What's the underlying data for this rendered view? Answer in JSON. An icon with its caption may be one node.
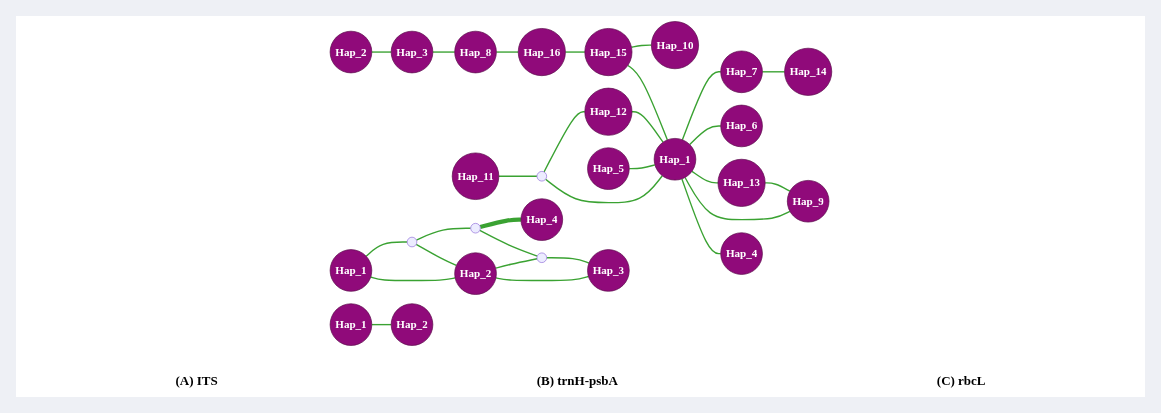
{
  "diagram": {
    "nodes": [
      {
        "text": [
          "Hap_2"
        ]
      },
      {
        "text": [
          "Hap_3"
        ]
      },
      {
        "text": [
          "Hap_8"
        ]
      },
      {
        "text": [
          "Hap_16"
        ]
      },
      {
        "text": [
          "Hap_15"
        ]
      },
      {
        "text": [
          "Hap_10"
        ]
      },
      {
        "text": [
          "Hap_11"
        ]
      },
      {
        "text": [],
        "shape": "circle"
      },
      {
        "text": [
          "Hap_12"
        ]
      },
      {
        "text": [
          "Hap_5"
        ]
      },
      {
        "text": [
          "Hap_1"
        ]
      },
      {
        "text": [
          "Hap_7"
        ]
      },
      {
        "text": [
          "Hap_14"
        ]
      },
      {
        "text": [
          "Hap_6"
        ]
      },
      {
        "text": [
          "Hap_13"
        ]
      },
      {
        "text": [
          "Hap_9"
        ]
      },
      {
        "text": [
          "Hap_4"
        ]
      },
      {
        "text": [
          "Hap_4"
        ]
      },
      {
        "text": [],
        "shape": "circle"
      },
      {
        "text": [],
        "shape": "circle"
      },
      {
        "text": [
          "Hap_1"
        ]
      },
      {
        "text": [],
        "shape": "circle"
      },
      {
        "text": [
          "Hap_2"
        ]
      },
      {
        "text": [
          "Hap_3"
        ]
      },
      {
        "text": [
          "Hap_1"
        ]
      },
      {
        "text": [
          "Hap_2"
        ]
      }
    ],
    "edges": [
      {
        "from": 0,
        "to": 1,
        "arrow": "none"
      },
      {
        "from": 1,
        "to": 2,
        "arrow": "none"
      },
      {
        "from": 2,
        "to": 3,
        "arrow": "none"
      },
      {
        "from": 3,
        "to": 4,
        "arrow": "none"
      },
      {
        "from": 4,
        "to": 5,
        "arrow": "none"
      },
      {
        "from": 4,
        "to": 10,
        "arrow": "none"
      },
      {
        "from": 6,
        "to": 7,
        "arrow": "none"
      },
      {
        "from": 7,
        "to": 8,
        "arrow": "none"
      },
      {
        "from": 7,
        "to": 10,
        "arrow": "none"
      },
      {
        "from": 8,
        "to": 10,
        "arrow": "none"
      },
      {
        "from": 9,
        "to": 10,
        "arrow": "none"
      },
      {
        "from": 10,
        "to": 11,
        "arrow": "none"
      },
      {
        "from": 11,
        "to": 12,
        "arrow": "none"
      },
      {
        "from": 10,
        "to": 13,
        "arrow": "none"
      },
      {
        "from": 10,
        "to": 14,
        "arrow": "none"
      },
      {
        "from": 10,
        "to": 15,
        "arrow": "none"
      },
      {
        "from": 14,
        "to": 15,
        "arrow": "none"
      },
      {
        "from": 10,
        "to": 16,
        "arrow": "none"
      },
      {
        "from": 19,
        "to": 17,
        "arrow": "none",
        "style": "thick"
      },
      {
        "from": 18,
        "to": 19,
        "arrow": "none"
      },
      {
        "from": 20,
        "to": 18,
        "arrow": "none"
      },
      {
        "from": 20,
        "to": 22,
        "arrow": "none"
      },
      {
        "from": 18,
        "to": 22,
        "arrow": "none"
      },
      {
        "from": 19,
        "to": 21,
        "arrow": "none"
      },
      {
        "from": 22,
        "to": 21,
        "arrow": "none"
      },
      {
        "from": 22,
        "to": 23,
        "arrow": "none"
      },
      {
        "from": 21,
        "to": 23,
        "arrow": "none"
      },
      {
        "from": 24,
        "to": 25,
        "arrow": "none"
      }
    ],
    "labels": [
      "(A) ITS",
      "(B) trnH-psbA",
      "(C) rbcL"
    ]
  }
}
